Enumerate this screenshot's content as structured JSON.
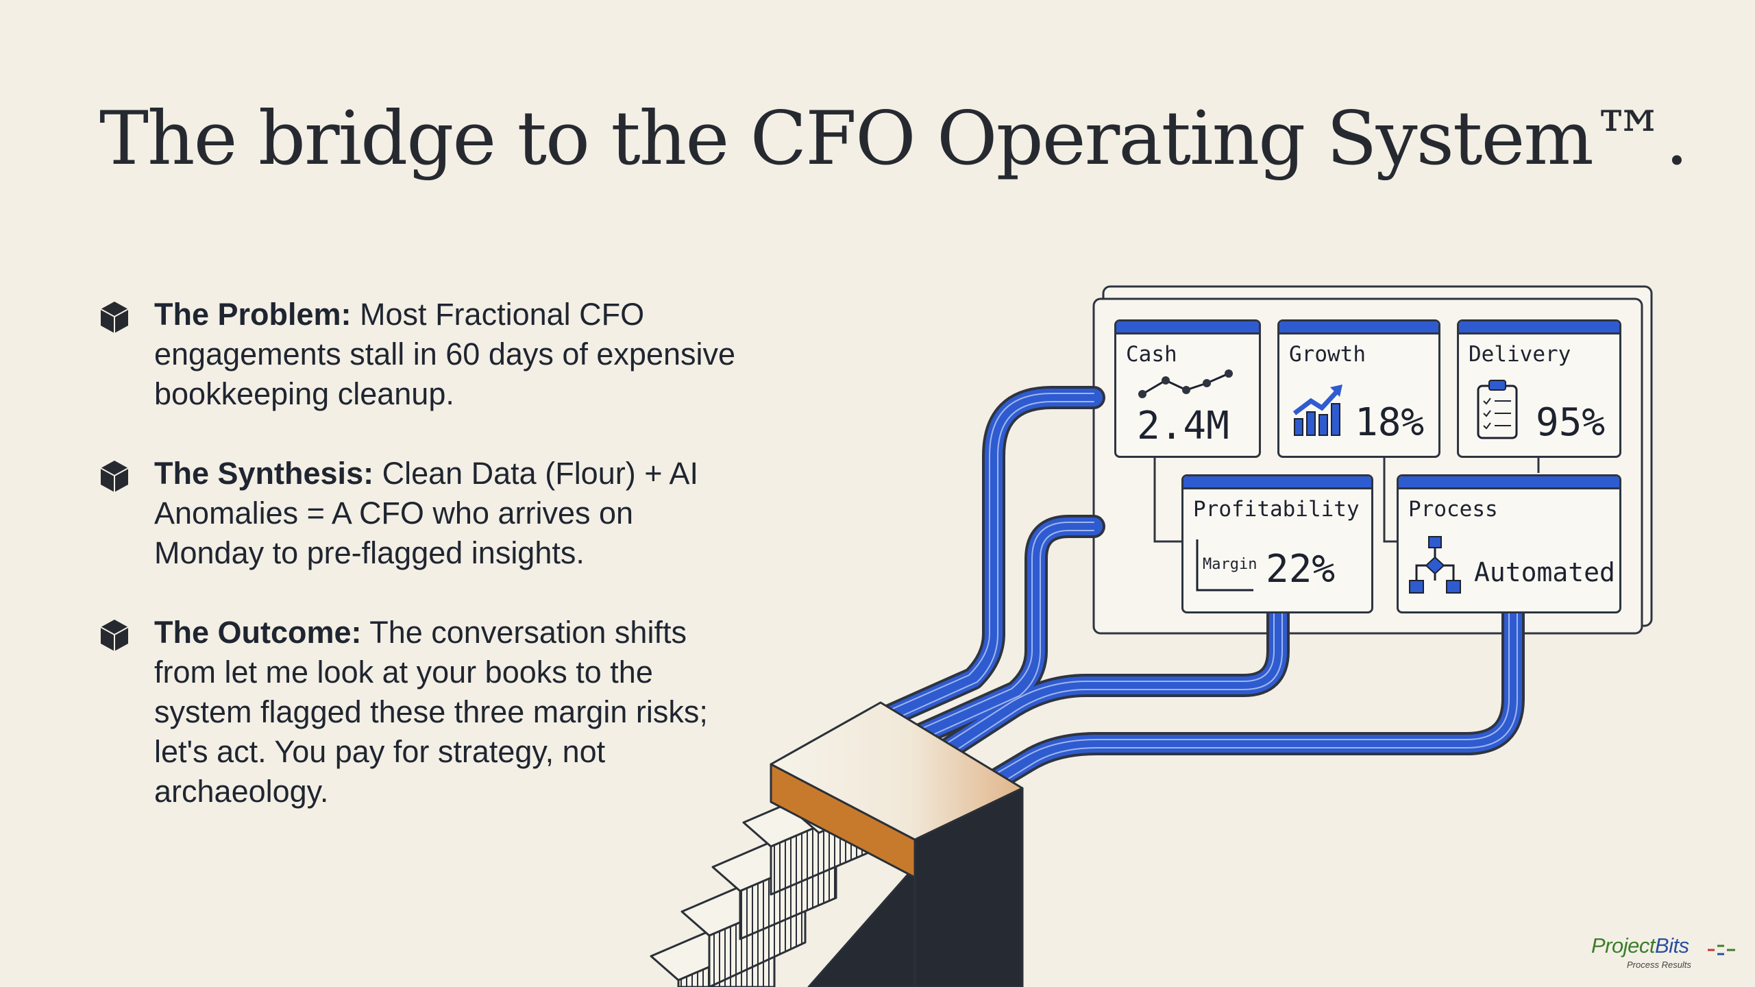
{
  "title": "The bridge to the CFO Operating System™.",
  "bullets": [
    {
      "heading": "The Problem:",
      "text": " Most Fractional CFO engagements stall in 60 days of expensive bookkeeping cleanup."
    },
    {
      "heading": "The Synthesis:",
      "text": " Clean Data (Flour) + AI Anomalies = A CFO who arrives on Monday to pre-flagged insights."
    },
    {
      "heading": "The Outcome:",
      "text": " The conversation shifts from let me look at your books to the system flagged these three margin risks; let's act. You pay for strategy, not archaeology."
    }
  ],
  "dashboard": {
    "cash": {
      "label": "Cash",
      "value": "2.4M"
    },
    "growth": {
      "label": "Growth",
      "value": "18%"
    },
    "delivery": {
      "label": "Delivery",
      "value": "95%"
    },
    "profitability": {
      "label": "Profitability",
      "sublabel": "Margin",
      "value": "22%"
    },
    "process": {
      "label": "Process",
      "value": "Automated"
    }
  },
  "logo": {
    "name_green": "Project",
    "name_blue": "Bits",
    "tagline": "Process Results"
  },
  "colors": {
    "accent": "#2f5bd0",
    "ink": "#262a30",
    "background": "#f3efe5",
    "step_highlight": "#c87a2c"
  }
}
